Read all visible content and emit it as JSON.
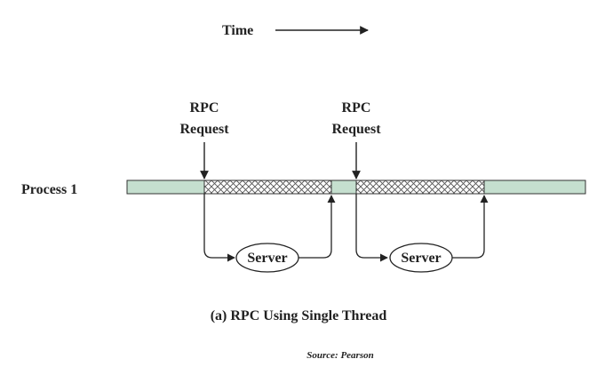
{
  "diagram": {
    "time_label": "Time",
    "process_label": "Process 1",
    "requests": [
      {
        "line1": "RPC",
        "line2": "Request",
        "server_label": "Server"
      },
      {
        "line1": "RPC",
        "line2": "Request",
        "server_label": "Server"
      }
    ],
    "caption": "(a) RPC Using Single Thread",
    "source": "Source: Pearson",
    "colors": {
      "timeline_fill": "#c5dfcf",
      "timeline_stroke": "#333333",
      "hatch": "#555555",
      "line": "#222222"
    }
  }
}
